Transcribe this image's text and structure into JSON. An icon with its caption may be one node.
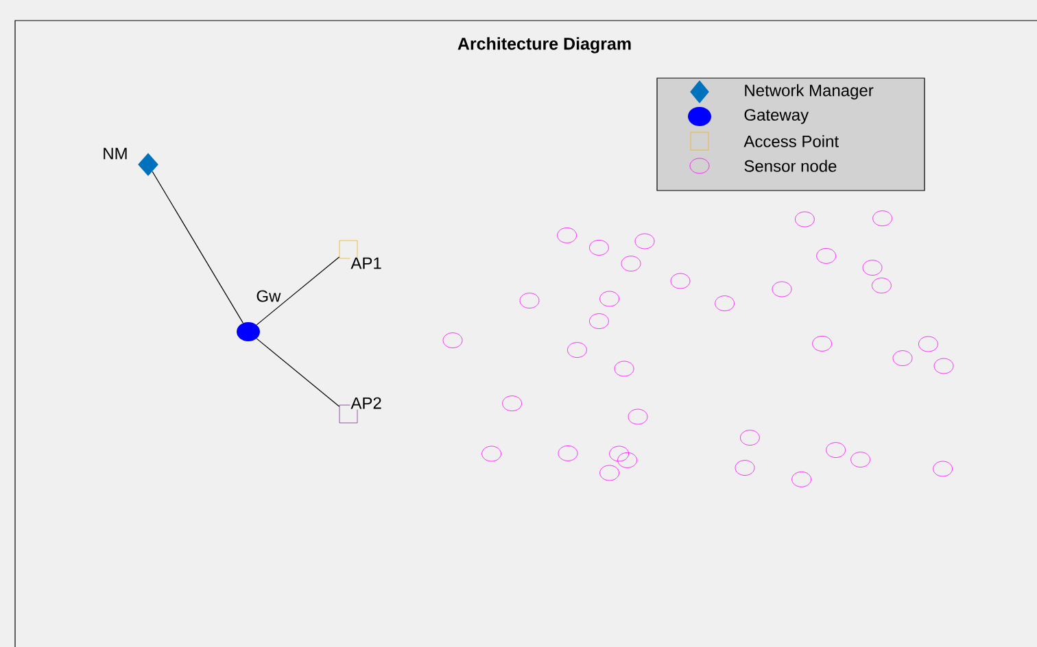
{
  "diagram": {
    "title": "Architecture Diagram",
    "nodes": [
      {
        "text": [
          "NM"
        ]
      },
      {
        "text": [
          "Gw"
        ]
      },
      {
        "text": [
          "AP1"
        ]
      },
      {
        "text": [
          "AP2"
        ]
      },
      {
        "text": [],
        "shape": "circle"
      },
      {
        "text": [],
        "shape": "circle"
      },
      {
        "text": [],
        "shape": "circle"
      },
      {
        "text": [],
        "shape": "circle"
      },
      {
        "text": [],
        "shape": "circle"
      },
      {
        "text": [],
        "shape": "circle"
      },
      {
        "text": [],
        "shape": "circle"
      },
      {
        "text": [],
        "shape": "circle"
      },
      {
        "text": [],
        "shape": "circle"
      },
      {
        "text": [],
        "shape": "circle"
      },
      {
        "text": [],
        "shape": "circle"
      },
      {
        "text": [],
        "shape": "circle"
      },
      {
        "text": [],
        "shape": "circle"
      },
      {
        "text": [],
        "shape": "circle"
      },
      {
        "text": [],
        "shape": "circle"
      },
      {
        "text": [],
        "shape": "circle"
      },
      {
        "text": [],
        "shape": "circle"
      },
      {
        "text": [],
        "shape": "circle"
      },
      {
        "text": [],
        "shape": "circle"
      },
      {
        "text": [],
        "shape": "circle"
      },
      {
        "text": [],
        "shape": "circle"
      },
      {
        "text": [],
        "shape": "circle"
      },
      {
        "text": [],
        "shape": "circle"
      },
      {
        "text": [],
        "shape": "circle"
      },
      {
        "text": [],
        "shape": "circle"
      },
      {
        "text": [],
        "shape": "circle"
      },
      {
        "text": [],
        "shape": "circle"
      },
      {
        "text": [],
        "shape": "circle"
      },
      {
        "text": [],
        "shape": "circle"
      },
      {
        "text": [],
        "shape": "circle"
      },
      {
        "text": [],
        "shape": "circle"
      },
      {
        "text": [],
        "shape": "circle"
      },
      {
        "text": [],
        "shape": "circle"
      },
      {
        "text": [],
        "shape": "circle"
      },
      {
        "text": [],
        "shape": "circle"
      }
    ],
    "edges": [
      {
        "from": 0,
        "to": 1,
        "arrow": "none"
      },
      {
        "from": 1,
        "to": 2,
        "arrow": "none"
      },
      {
        "from": 1,
        "to": 3,
        "arrow": "none"
      }
    ],
    "legend": [
      {
        "text": "Network Manager"
      },
      {
        "text": "Gateway"
      },
      {
        "text": "Access Point"
      },
      {
        "text": "Sensor node"
      }
    ]
  }
}
